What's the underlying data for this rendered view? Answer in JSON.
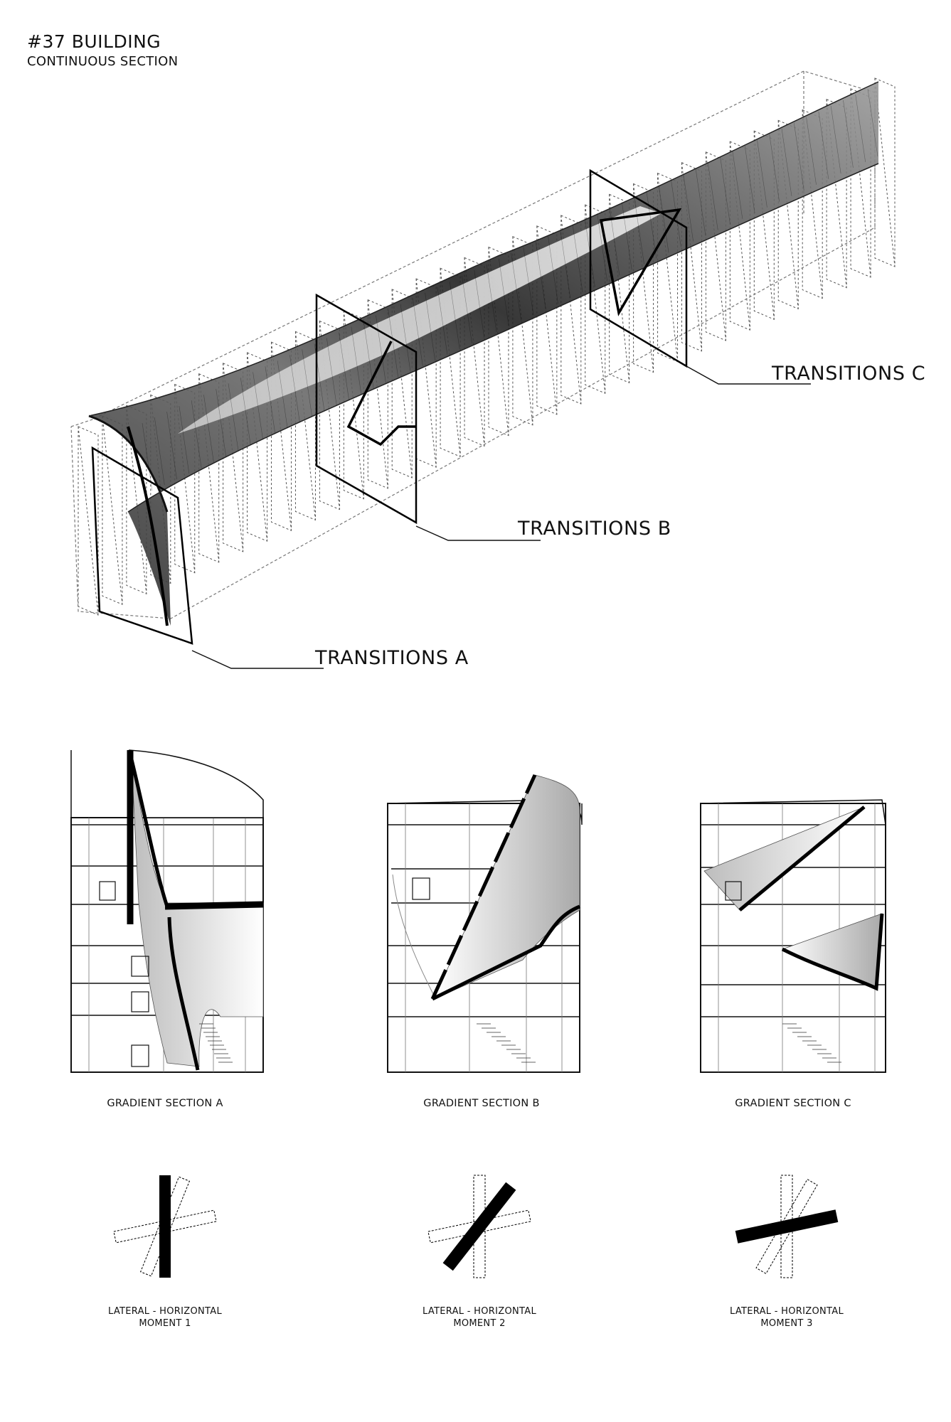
{
  "header": {
    "title": "#37 BUILDING",
    "subtitle": "CONTINUOUS SECTION"
  },
  "callouts": {
    "a": "TRANSITIONS A",
    "b": "TRANSITIONS B",
    "c": "TRANSITIONS C"
  },
  "sections": [
    {
      "caption": "GRADIENT SECTION A"
    },
    {
      "caption": "GRADIENT SECTION B"
    },
    {
      "caption": "GRADIENT SECTION C"
    }
  ],
  "moments": [
    {
      "line1": "LATERAL - HORIZONTAL",
      "line2": "MOMENT 1"
    },
    {
      "line1": "LATERAL - HORIZONTAL",
      "line2": "MOMENT 2"
    },
    {
      "line1": "LATERAL - HORIZONTAL",
      "line2": "MOMENT 3"
    }
  ],
  "colors": {
    "ink": "#111111",
    "paper": "#ffffff",
    "dark_fill": "#1c1c1c"
  }
}
